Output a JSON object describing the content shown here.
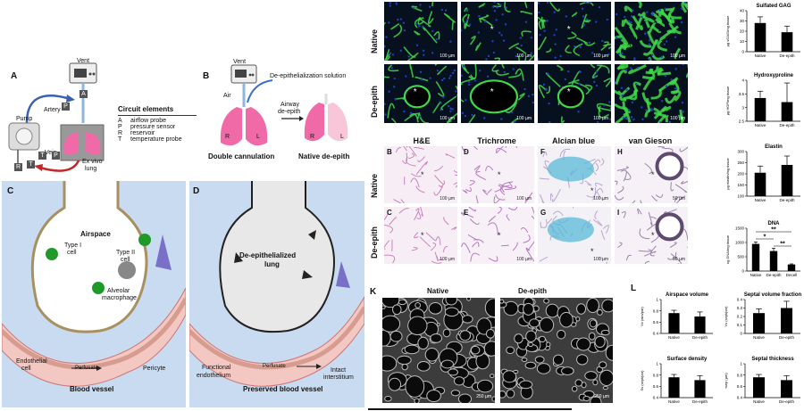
{
  "panel_labels": {
    "A": "A",
    "B": "B",
    "C": "C",
    "D": "D",
    "E": "E",
    "F": "F",
    "G": "G",
    "H": "H",
    "I": "I",
    "K": "K",
    "L": "L"
  },
  "panel_a": {
    "vent": "Vent",
    "artery": "Artery",
    "pump": "Pump",
    "vein": "Vein",
    "ex_vivo": "Ex vivo",
    "lung": "lung",
    "box_labels": [
      "A",
      "P",
      "P",
      "R",
      "T",
      "T"
    ],
    "legend_title": "Circuit elements",
    "legend": [
      {
        "k": "A",
        "v": "airflow probe"
      },
      {
        "k": "P",
        "v": "pressure sensor"
      },
      {
        "k": "R",
        "v": "reservoir"
      },
      {
        "k": "T",
        "v": "temperature  probe"
      }
    ]
  },
  "panel_b": {
    "vent": "Vent",
    "solution": "De-epithelialization solution",
    "air": "Air",
    "airway": "Airway",
    "deepith": "de-epith",
    "r": "R",
    "l": "L",
    "double": "Double cannulation",
    "native_deepith": "Native  de-epith"
  },
  "panel_c": {
    "airspace": "Airspace",
    "type1": "Type I",
    "cell": "cell",
    "type2": "Type II",
    "cell2": "cell",
    "alveolar": "Alveolar",
    "macrophage": "macrophage",
    "endothelial": "Endothelial",
    "cell3": "cell",
    "perfusate": "Perfusate",
    "pericyte": "Pericyte",
    "vessel": "Blood vessel"
  },
  "panel_d": {
    "deep1": "De-epithelialized",
    "deep2": "lung",
    "func1": "Functional",
    "func2": "endothelium",
    "perfusate": "Perfusate",
    "intact1": "Intact",
    "intact2": "interstitium",
    "preserved": "Preserved blood vessel"
  },
  "fluoro": {
    "row_native": "Native",
    "row_deepith": "De-epith",
    "scalebar": "100 µm",
    "star": "*"
  },
  "histo": {
    "cols": [
      "H&E",
      "Trichrome",
      "Alcian blue",
      "van Gieson"
    ],
    "row_native": "Native",
    "row_deepith": "De-epith",
    "sub": [
      "B",
      "D",
      "F",
      "H",
      "C",
      "E",
      "G",
      "I"
    ],
    "scale": [
      "100 µm",
      "100 µm",
      "100 µm",
      "50 µm",
      "100 µm",
      "100 µm",
      "100 µm",
      "50 µm"
    ]
  },
  "panel_k": {
    "native": "Native",
    "deepith": "De-epith",
    "scale": "250 µm"
  },
  "chart_data": [
    {
      "type": "bar",
      "title": "Sulfated GAG",
      "ylabel": "µg sGAG/mg tissue",
      "categories": [
        "Native",
        "De-epith"
      ],
      "values": [
        28,
        19
      ],
      "errors": [
        6,
        6
      ],
      "ylim": [
        0,
        40
      ],
      "yticks": [
        0,
        10,
        20,
        30,
        40
      ]
    },
    {
      "type": "bar",
      "title": "Hydroxyproline",
      "ylabel": "µg HOP/mg tissue",
      "categories": [
        "Native",
        "De-epith"
      ],
      "values": [
        3.35,
        3.2
      ],
      "errors": [
        0.25,
        0.7
      ],
      "ylim": [
        2.5,
        4.0
      ],
      "yticks": [
        2.5,
        3.0,
        3.5,
        4.0
      ]
    },
    {
      "type": "bar",
      "title": "Elastin",
      "ylabel": "µg elastin/mg tissue",
      "categories": [
        "Native",
        "De-epith"
      ],
      "values": [
        205,
        240
      ],
      "errors": [
        30,
        40
      ],
      "ylim": [
        100,
        300
      ],
      "yticks": [
        100,
        150,
        200,
        250,
        300
      ]
    },
    {
      "type": "bar",
      "title": "DNA",
      "ylabel": "ng DNA/mg tissue",
      "categories": [
        "Native",
        "De-epith",
        "Decell"
      ],
      "values": [
        950,
        700,
        230
      ],
      "errors": [
        70,
        100,
        20
      ],
      "ylim": [
        0,
        1500
      ],
      "yticks": [
        0,
        500,
        1000,
        1500
      ],
      "annotations": [
        "**",
        "*",
        "**"
      ]
    },
    {
      "type": "bar",
      "title": "Airspace volume",
      "ylabel": "Vv (airs/par)",
      "categories": [
        "Native",
        "De-epith"
      ],
      "values": [
        0.76,
        0.7
      ],
      "errors": [
        0.05,
        0.08
      ],
      "ylim": [
        0.4,
        1.0
      ],
      "yticks": [
        0.4,
        0.6,
        0.8,
        1.0
      ]
    },
    {
      "type": "bar",
      "title": "Septal volume fraction",
      "ylabel": "Vv (sept/par)",
      "categories": [
        "Native",
        "De-epith"
      ],
      "values": [
        0.24,
        0.3
      ],
      "errors": [
        0.05,
        0.08
      ],
      "ylim": [
        0,
        0.4
      ],
      "yticks": [
        0,
        0.1,
        0.2,
        0.3,
        0.4
      ]
    },
    {
      "type": "bar",
      "title": "Surface density",
      "ylabel": "Sv (sept/par)",
      "categories": [
        "Native",
        "De-epith"
      ],
      "values": [
        0.76,
        0.71
      ],
      "errors": [
        0.05,
        0.08
      ],
      "ylim": [
        0.4,
        1.0
      ],
      "yticks": [
        0.4,
        0.6,
        0.8,
        1.0
      ]
    },
    {
      "type": "bar",
      "title": "Septal thickness",
      "ylabel": "τsep (µm)",
      "categories": [
        "Native",
        "De-epith"
      ],
      "values": [
        0.76,
        0.71
      ],
      "errors": [
        0.05,
        0.08
      ],
      "ylim": [
        0.4,
        1.0
      ],
      "yticks": [
        0.4,
        0.6,
        0.8,
        1.0
      ]
    }
  ],
  "colors": {
    "fluo_green": "#3fd94a",
    "fluo_blue": "#2040c0",
    "lung_pink": "#f06aa8",
    "vessel": "#e8a09a",
    "airspace_blue": "#c9dbf0"
  }
}
